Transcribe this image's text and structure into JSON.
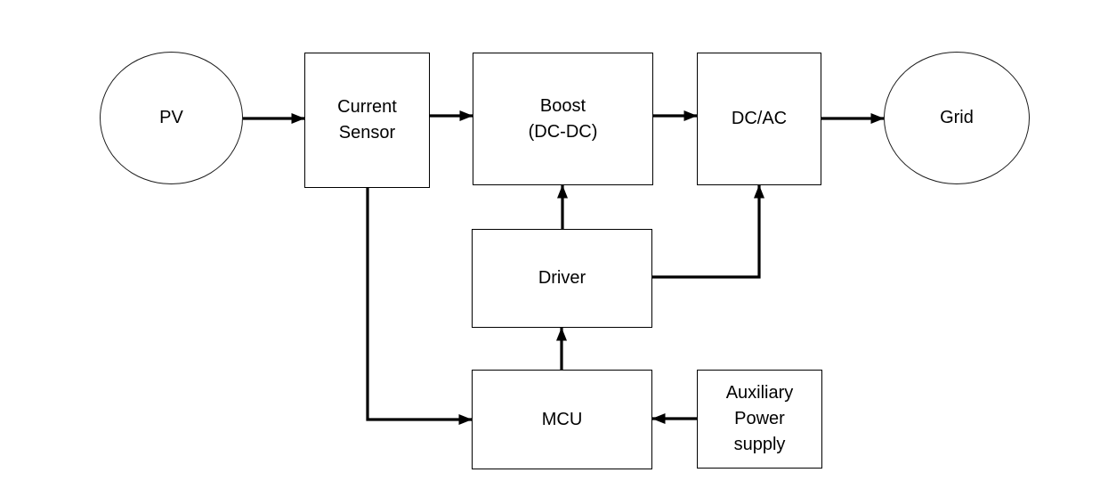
{
  "diagram": {
    "colors": {
      "background": "#ffffff",
      "stroke": "#000000",
      "text": "#000000"
    },
    "nodes": {
      "pv": {
        "label": "PV",
        "shape": "ellipse"
      },
      "current_sensor": {
        "label": "Current\nSensor",
        "shape": "rect"
      },
      "boost": {
        "label": "Boost\n(DC-DC)",
        "shape": "rect"
      },
      "dc_ac": {
        "label": "DC/AC",
        "shape": "rect"
      },
      "grid": {
        "label": "Grid",
        "shape": "ellipse"
      },
      "driver": {
        "label": "Driver",
        "shape": "rect"
      },
      "mcu": {
        "label": "MCU",
        "shape": "rect"
      },
      "aux_power": {
        "label": "Auxiliary\nPower\nsupply",
        "shape": "rect"
      }
    },
    "edges": [
      {
        "from": "PV",
        "to": "Current Sensor"
      },
      {
        "from": "Current Sensor",
        "to": "Boost (DC-DC)"
      },
      {
        "from": "Boost (DC-DC)",
        "to": "DC/AC"
      },
      {
        "from": "DC/AC",
        "to": "Grid"
      },
      {
        "from": "Driver",
        "to": "Boost (DC-DC)"
      },
      {
        "from": "Driver",
        "to": "DC/AC"
      },
      {
        "from": "MCU",
        "to": "Driver"
      },
      {
        "from": "Current Sensor",
        "to": "MCU"
      },
      {
        "from": "Auxiliary Power supply",
        "to": "MCU"
      }
    ]
  }
}
